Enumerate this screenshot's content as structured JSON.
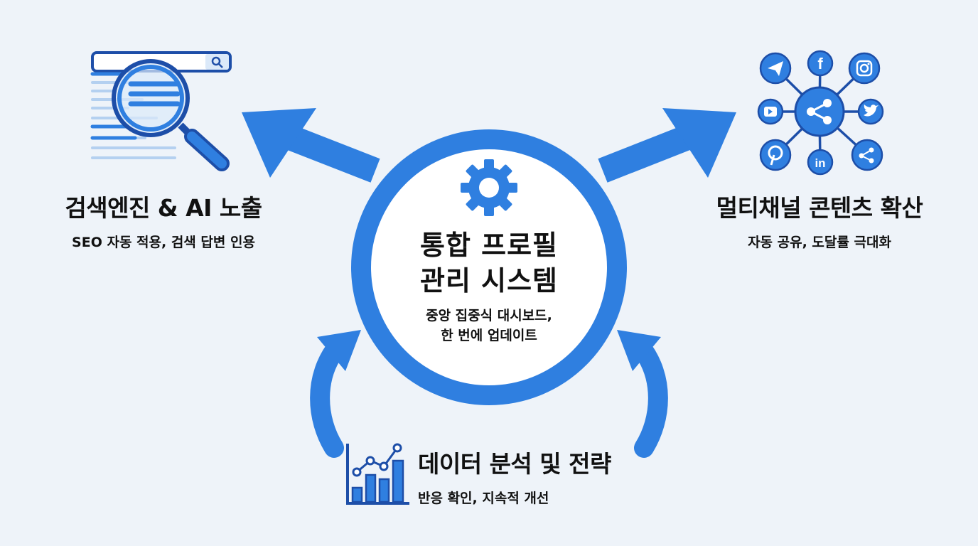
{
  "center": {
    "title_line1": "통합 프로필",
    "title_line2": "관리 시스템",
    "sub_line1": "중앙 집중식 대시보드,",
    "sub_line2": "한 번에 업데이트",
    "icon": "gear-icon"
  },
  "left": {
    "title": "검색엔진 & AI 노출",
    "sub": "SEO 자동 적용, 검색 답변 인용",
    "icon": "search-magnifier-icon"
  },
  "right": {
    "title": "멀티채널 콘텐츠 확산",
    "sub": "자동 공유, 도달률 극대화",
    "icon": "share-network-icon",
    "channel_icons": [
      "telegram-icon",
      "facebook-icon",
      "instagram-icon",
      "youtube-icon",
      "twitter-icon",
      "pinterest-icon",
      "linkedin-icon",
      "share-icon"
    ],
    "channel_letters": {
      "facebook": "f",
      "linkedin": "in"
    }
  },
  "bottom": {
    "title": "데이터 분석 및 전략",
    "sub": "반응 확인, 지속적 개선",
    "icon": "bar-chart-icon"
  },
  "colors": {
    "accent": "#2f7fe0",
    "accent_dark": "#1d4ea8",
    "accent_light": "#dbe9f9",
    "background": "#eef3f9",
    "text": "#111111"
  }
}
